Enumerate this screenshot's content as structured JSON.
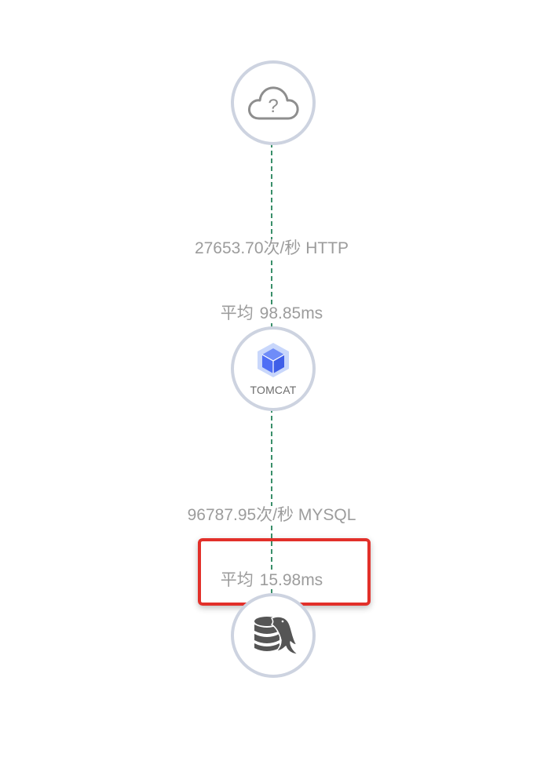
{
  "nodes": {
    "unknown": {
      "icon": "cloud-question-icon"
    },
    "tomcat": {
      "icon": "cube-icon",
      "label": "TOMCAT",
      "accent": "#5b7cf7"
    },
    "mysql": {
      "icon": "database-dolphin-icon"
    }
  },
  "edges": [
    {
      "rate": "27653.70次/秒 HTTP",
      "avg_prefix": "平均",
      "avg_value": "98.85ms"
    },
    {
      "rate": "96787.95次/秒 MYSQL",
      "avg_prefix": "平均",
      "avg_value": "15.98ms",
      "highlighted": true
    }
  ],
  "colors": {
    "node_border": "#cdd3e0",
    "edge_line": "#3a8f6a",
    "metric_text": "#9c9c9c",
    "highlight": "#e2302a"
  }
}
